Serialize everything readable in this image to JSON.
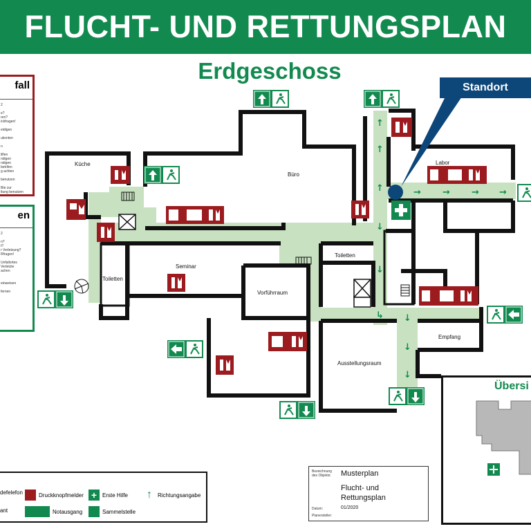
{
  "banner": {
    "title": "FLUCHT- UND RETTUNGSPLAN",
    "color": "#128a4f"
  },
  "floor": {
    "title": "Erdgeschoss"
  },
  "marker": {
    "label": "Standort",
    "color": "#0d4679"
  },
  "panels": {
    "fire": {
      "title": "fall",
      "lines": [
        "2",
        "",
        "e?",
        "ren?",
        "ickfragen!",
        "",
        "eidigen",
        "",
        "ukonten",
        "",
        "n",
        "",
        "lilfen",
        "ndigen",
        "ndigen",
        "betrifen",
        "g achten",
        "",
        "benutzen",
        "",
        "Bte zur",
        "ltung benutzen"
      ]
    },
    "aid": {
      "title": "en",
      "lines": [
        "2",
        "",
        "n?",
        "t?",
        "r Verletzung?",
        "Rfragen!",
        "",
        "Unfallortes",
        "Verletzte",
        "achen",
        "",
        "",
        "einweisen",
        "",
        "fernen"
      ]
    }
  },
  "rooms": {
    "kueche": "Küche",
    "buero": "Büro",
    "labor": "Labor",
    "toiletten1": "Toiletten",
    "seminar": "Seminar",
    "toiletten2": "Toiletten",
    "vorfuehrraum": "Vorführraum",
    "empfang": "Empfang",
    "ausstellungsraum": "Ausstellungsraum"
  },
  "legend": {
    "items": [
      {
        "label": "defelefon",
        "icon": "telephone-icon"
      },
      {
        "label": "Druckknopfmelder",
        "icon": "alarm-button-icon"
      },
      {
        "label": "Erste Hilfe",
        "icon": "first-aid-icon"
      },
      {
        "label": "Richtungsangabe",
        "icon": "direction-arrow-icon"
      },
      {
        "label": "ant",
        "icon": "fire-hose-icon"
      },
      {
        "label": "Notausgang",
        "icon": "emergency-exit-icon"
      },
      {
        "label": "Sammelstelle",
        "icon": "assembly-point-icon"
      }
    ]
  },
  "info": {
    "object_label": "Bezeichnung des Objekts:",
    "object_value1": "Musterplan",
    "object_value2": "Flucht- und Rettungsplan",
    "date_label": "Datum:",
    "date_value": "01/2020",
    "creator_label": "Planersteller:"
  },
  "overview": {
    "title": "Übersi"
  },
  "colors": {
    "green": "#128a4f",
    "escape_path": "#c8e2c1",
    "red": "#9b1b1f",
    "blue": "#0d4679",
    "wall": "#111111"
  }
}
